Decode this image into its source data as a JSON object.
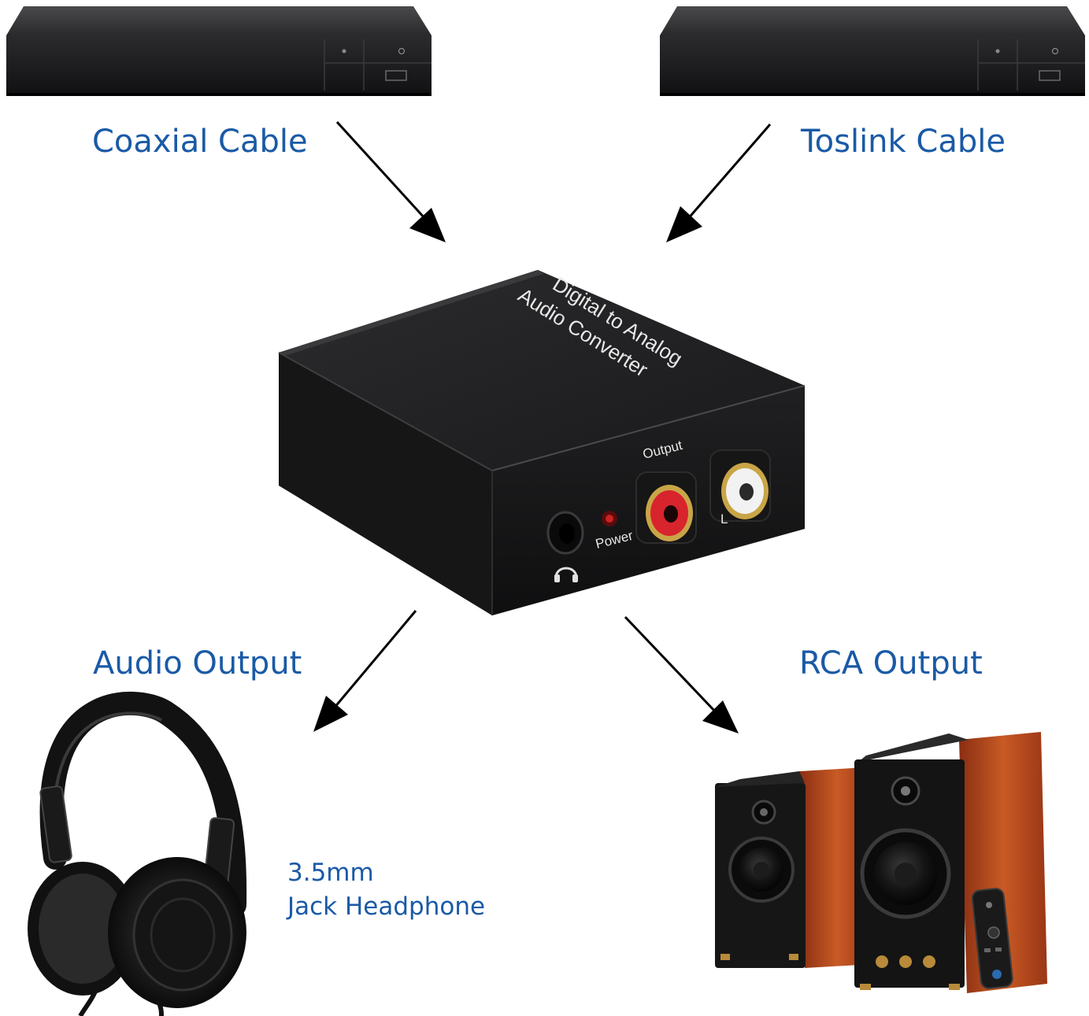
{
  "labels": {
    "coaxial": "Coaxial Cable",
    "toslink": "Toslink Cable",
    "audio_output": "Audio Output",
    "rca_output": "RCA Output",
    "headphone_line1": "3.5mm",
    "headphone_line2": "Jack Headphone"
  },
  "converter": {
    "title_line1": "Digital to Analog",
    "title_line2": "Audio Converter",
    "output_label": "Output",
    "power_label": "Power",
    "left_label": "L"
  },
  "colors": {
    "label_text": "#1a5aa6",
    "device_body": "#1c1c1e",
    "arrow": "#000000",
    "wood": "#b5471d",
    "rca_red": "#d8242c",
    "rca_white": "#f2f2f2",
    "gold": "#c9a547"
  },
  "icons": {
    "player_left": "blu-ray-player",
    "player_right": "blu-ray-player",
    "converter": "dac-converter-box",
    "headphones": "headphones",
    "speakers": "bookshelf-speakers",
    "remote": "remote-control",
    "headphone_jack": "headphone-icon"
  }
}
